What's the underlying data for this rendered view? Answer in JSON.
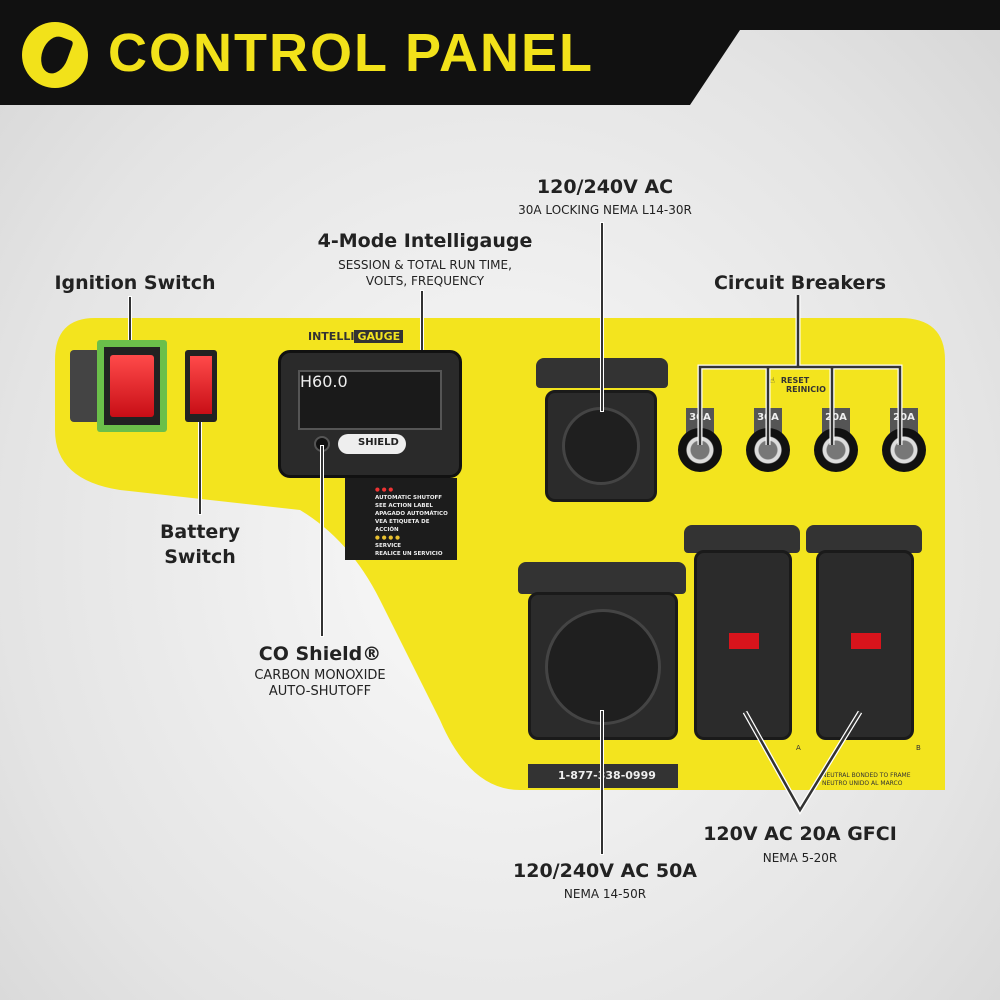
{
  "header": {
    "title": "CONTROL PANEL",
    "logo_icon": "champion-logo-icon"
  },
  "callouts": {
    "ignition": {
      "title": "Ignition Switch"
    },
    "battery": {
      "title_line1": "Battery",
      "title_line2": "Switch"
    },
    "intelligauge": {
      "title": "4-Mode Intelligauge",
      "sub_line1": "SESSION & TOTAL RUN TIME,",
      "sub_line2": "VOLTS, FREQUENCY"
    },
    "l1430": {
      "title": "120/240V AC",
      "sub": "30A LOCKING NEMA L14-30R"
    },
    "breakers": {
      "title": "Circuit Breakers"
    },
    "coshield": {
      "title": "CO Shield®",
      "sub_line1": "CARBON MONOXIDE",
      "sub_line2": "AUTO-SHUTOFF"
    },
    "r1450": {
      "title": "120/240V AC 50A",
      "sub": "NEMA 14-50R"
    },
    "gfci": {
      "title": "120V AC 20A GFCI",
      "sub": "NEMA 5-20R"
    }
  },
  "panel": {
    "intelligauge_brand": "INTELLI",
    "intelligauge_brand2": "GAUGE",
    "display_value": "H60.0",
    "coshield_badge": "SHIELD",
    "warning_label": {
      "line1": "AUTOMATIC SHUTOFF",
      "line2": "SEE ACTION LABEL",
      "line3": "APAGADO AUTOMÁTICO",
      "line4": "VEA ETIQUETA DE ACCIÓN",
      "line5": "SERVICE",
      "line6": "REALICE UN SERVICIO"
    },
    "reset_label": "RESET",
    "reset_label_es": "REINICIO",
    "breaker_ratings": [
      "30A",
      "30A",
      "20A",
      "20A"
    ],
    "support_phone": "1-877-338-0999",
    "neutral_label": "NEUTRAL BONDED TO FRAME",
    "neutral_label_es": "NEUTRO UNIDO AL MARCO",
    "outlet_markers": [
      "A",
      "B"
    ]
  },
  "colors": {
    "brand_yellow": "#f2e21a",
    "panel_yellow": "#f3e41e",
    "switch_red": "#d8141c"
  }
}
